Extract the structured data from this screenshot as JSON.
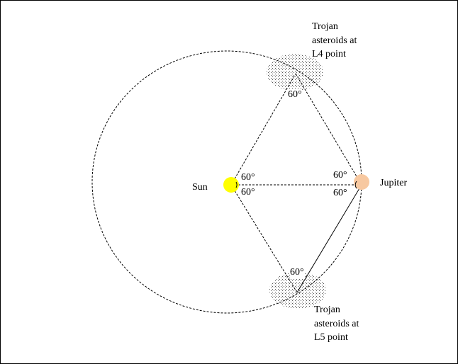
{
  "labels": {
    "sun": "Sun",
    "jupiter": "Jupiter",
    "l4": [
      "Trojan",
      "asteroids at",
      "L4 point"
    ],
    "l5": [
      "Trojan",
      "asteroids at",
      "L5 point"
    ]
  },
  "angles": {
    "l4_vertex": "60°",
    "sun_upper": "60°",
    "sun_lower": "60°",
    "jupiter_upper": "60°",
    "jupiter_lower": "60°",
    "l5_vertex": "60°"
  },
  "colors": {
    "sun": "#ffff00",
    "jupiter": "#f7c8a0",
    "line": "#000000",
    "stipple": "#555555",
    "background": "#ffffff"
  }
}
